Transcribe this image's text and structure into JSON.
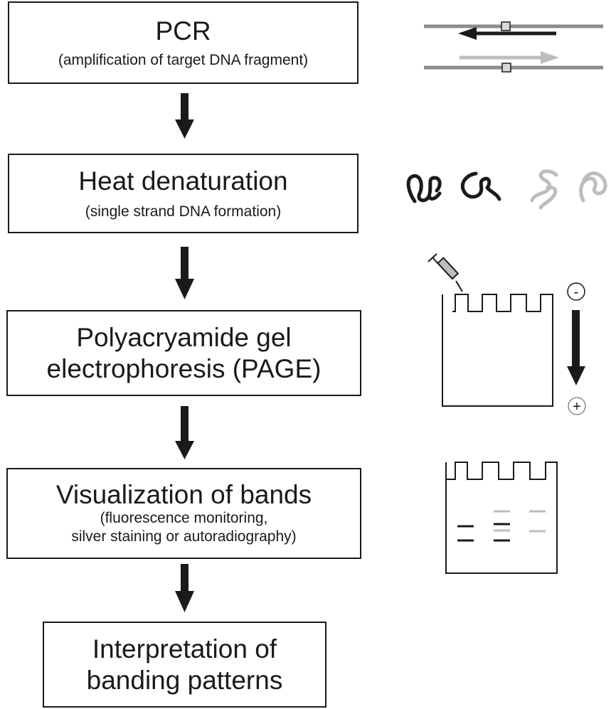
{
  "steps": [
    {
      "title": "PCR",
      "subtitle": "(amplification of target DNA fragment)"
    },
    {
      "title": "Heat denaturation",
      "subtitle": "(single strand DNA formation)"
    },
    {
      "title_line1": "Polyacryamide gel",
      "title_line2": "electrophoresis (PAGE)"
    },
    {
      "title": "Visualization of bands",
      "subtitle_line1": "(fluorescence monitoring,",
      "subtitle_line2": "silver staining or autoradiography)"
    },
    {
      "title_line1": "Interpretation of",
      "title_line2": "banding patterns"
    }
  ],
  "electrodes": {
    "negative": "-",
    "positive": "+"
  },
  "colors": {
    "dark": "#1a1a1a",
    "mid_gray": "#8c8c8c",
    "light_gray": "#bdbdbd"
  }
}
